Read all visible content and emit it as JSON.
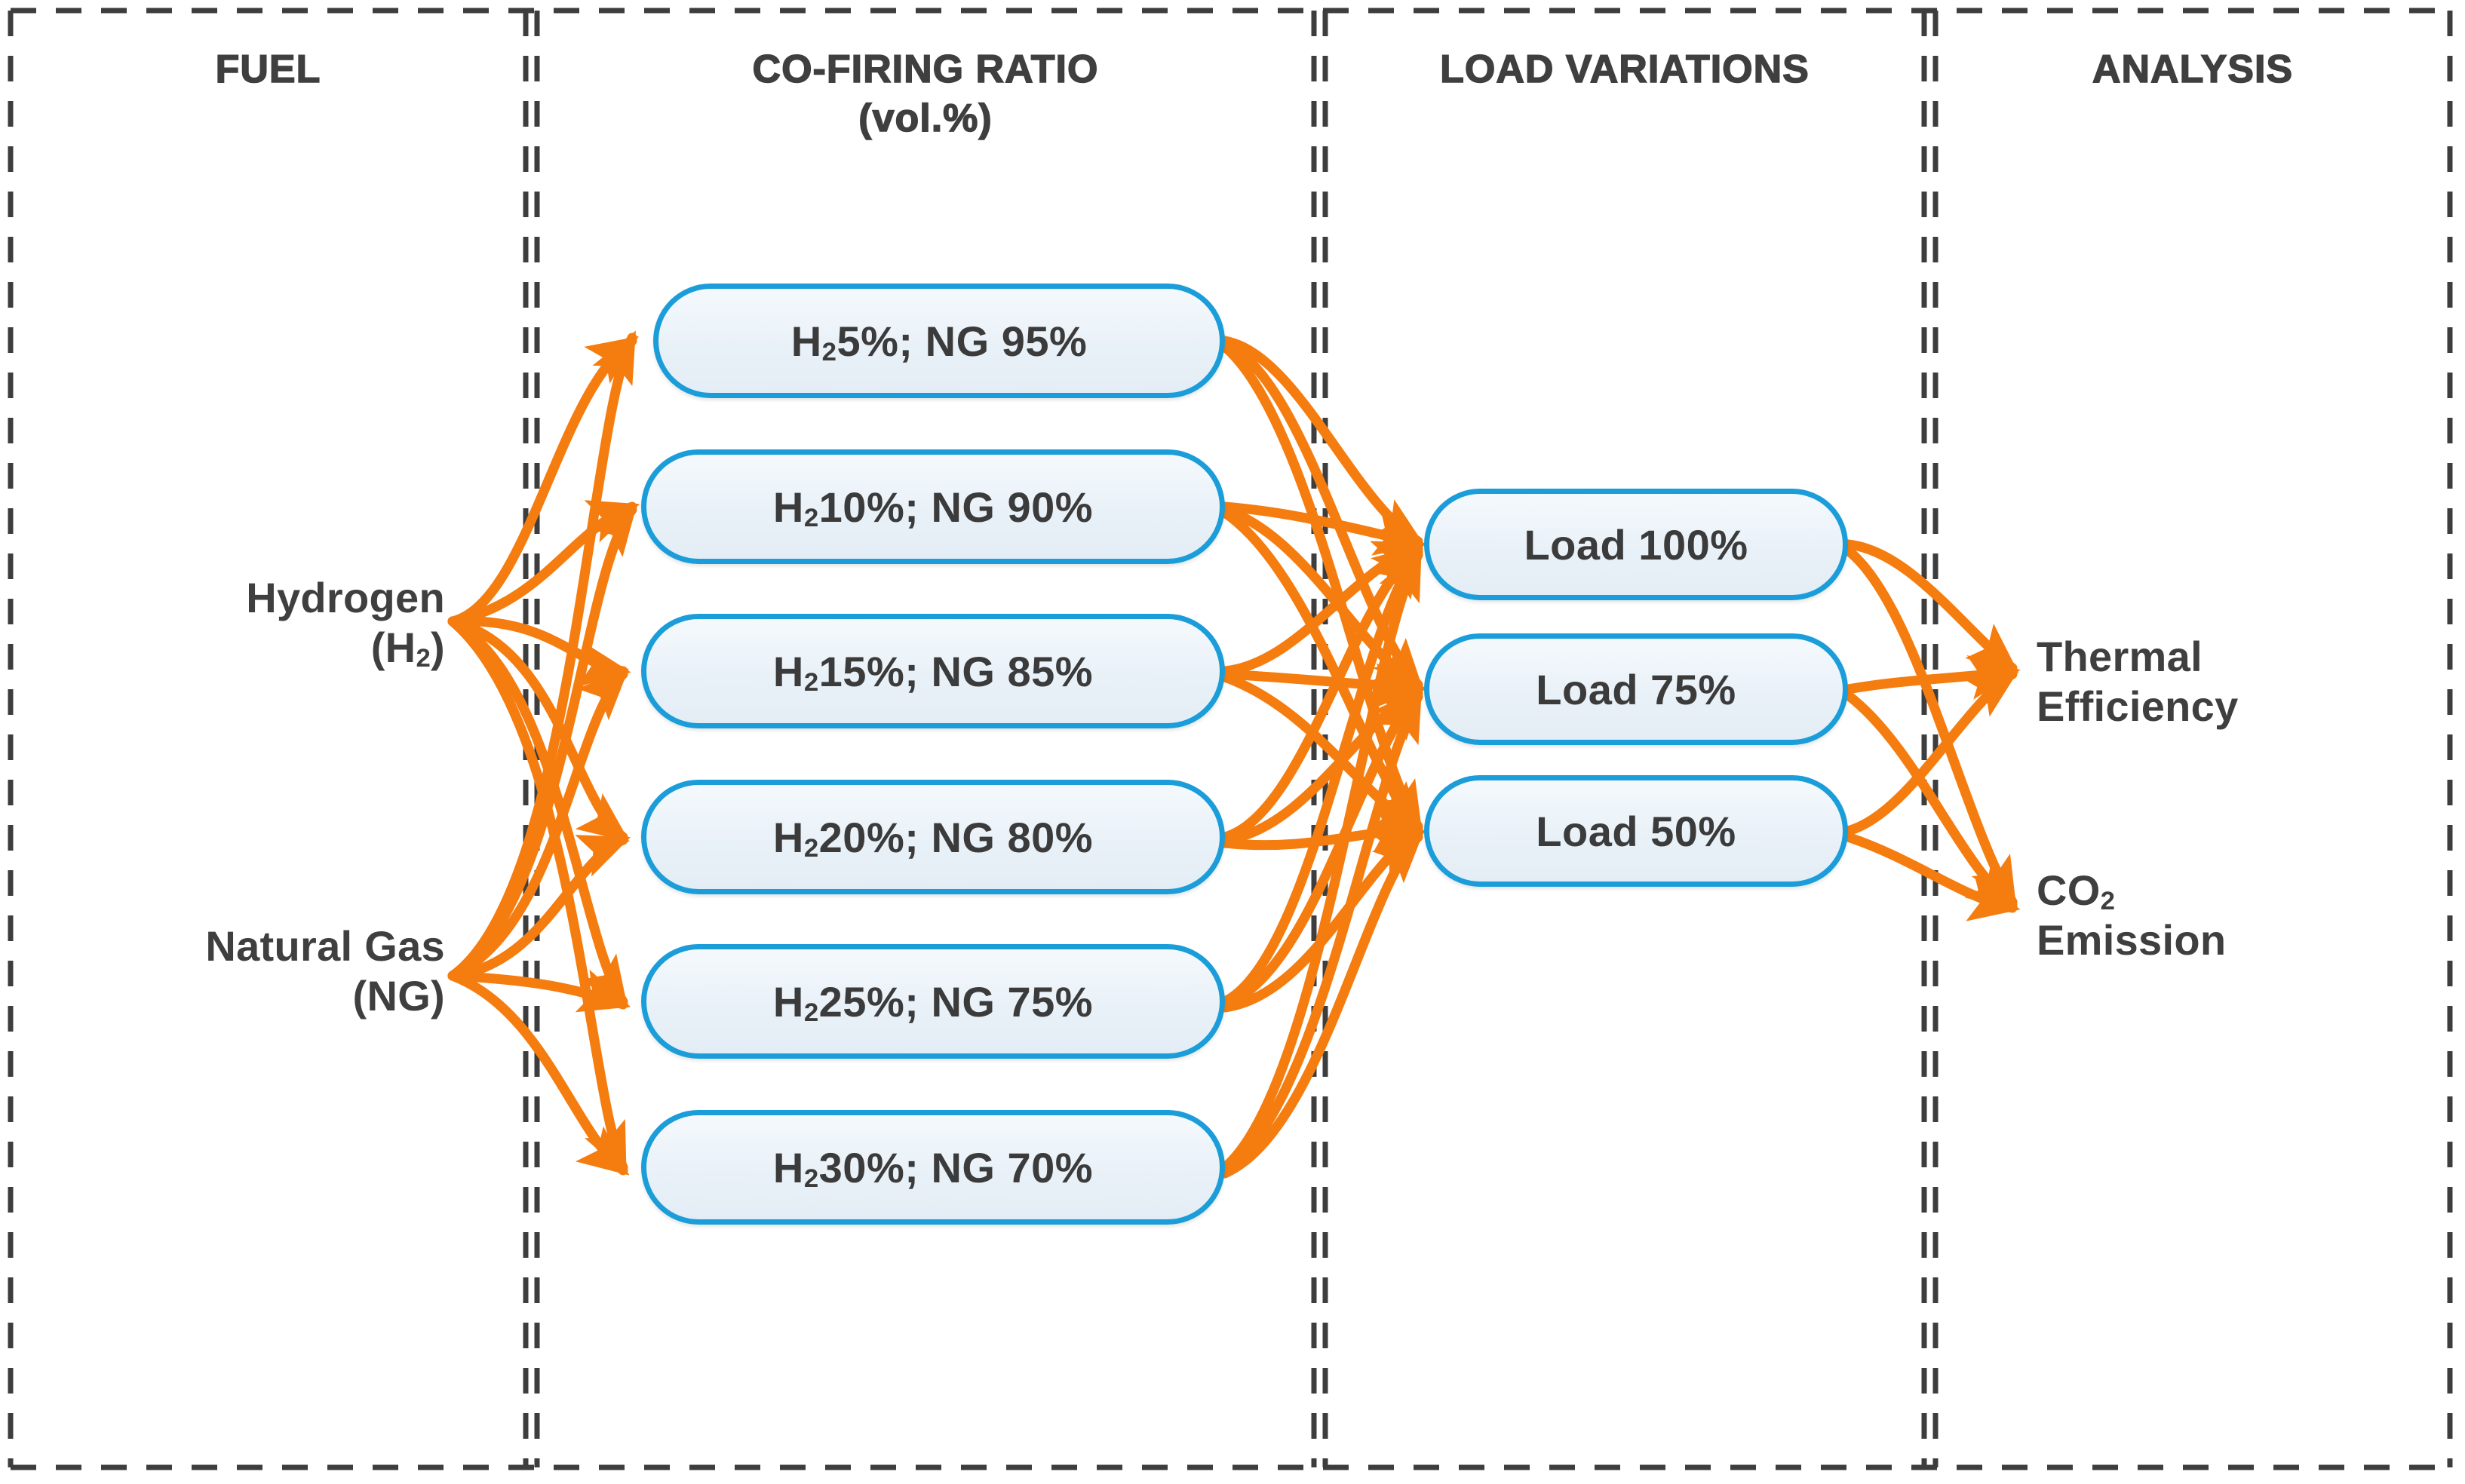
{
  "diagram": {
    "title_row": [
      {
        "name": "fuel",
        "label": "FUEL"
      },
      {
        "name": "co-firing-ratio",
        "label": "CO-FIRING RATIO\n(vol.%)"
      },
      {
        "name": "load-variations",
        "label": "LOAD VARIATIONS"
      },
      {
        "name": "analysis",
        "label": "ANALYSIS"
      }
    ],
    "colors": {
      "node_border": "#1b9dd9",
      "node_fill": "#eef4f9",
      "arrow": "#f57c0f",
      "text": "#3f3f3f",
      "divider": "#3d3d3d"
    },
    "columns": {
      "fuel": {
        "header": "FUEL",
        "items": [
          {
            "id": "hydrogen",
            "line1": "Hydrogen",
            "line2": "(H",
            "sub": "2",
            "line2_end": ")"
          },
          {
            "id": "natural-gas",
            "line1": "Natural Gas",
            "line2": "(NG)",
            "sub": "",
            "line2_end": ""
          }
        ]
      },
      "co_firing_ratio": {
        "header": "CO-FIRING RATIO (vol.%)",
        "unit": "vol.%",
        "items": [
          {
            "id": "mix-5",
            "pre": "H",
            "sub": "2",
            "post": " 5%; NG 95%",
            "h2": 5,
            "ng": 95
          },
          {
            "id": "mix-10",
            "pre": "H",
            "sub": "2",
            "post": " 10%; NG 90%",
            "h2": 10,
            "ng": 90
          },
          {
            "id": "mix-15",
            "pre": "H",
            "sub": "2",
            "post": " 15%; NG 85%",
            "h2": 15,
            "ng": 85
          },
          {
            "id": "mix-20",
            "pre": "H",
            "sub": "2",
            "post": " 20%; NG 80%",
            "h2": 20,
            "ng": 80
          },
          {
            "id": "mix-25",
            "pre": "H",
            "sub": "2",
            "post": " 25%; NG 75%",
            "h2": 25,
            "ng": 75
          },
          {
            "id": "mix-30",
            "pre": "H",
            "sub": "2",
            "post": " 30%; NG 70%",
            "h2": 30,
            "ng": 70
          }
        ]
      },
      "load_variations": {
        "header": "LOAD VARIATIONS",
        "items": [
          {
            "id": "load-100",
            "label": "Load 100%",
            "value": 100
          },
          {
            "id": "load-75",
            "label": "Load 75%",
            "value": 75
          },
          {
            "id": "load-50",
            "label": "Load 50%",
            "value": 50
          }
        ]
      },
      "analysis": {
        "header": "ANALYSIS",
        "items": [
          {
            "id": "thermal-efficiency",
            "line1": "Thermal",
            "line2": "Efficiency"
          },
          {
            "id": "co2-emission",
            "line1_pre": "CO",
            "line1_sub": "2",
            "line2": "Emission"
          }
        ]
      }
    }
  }
}
